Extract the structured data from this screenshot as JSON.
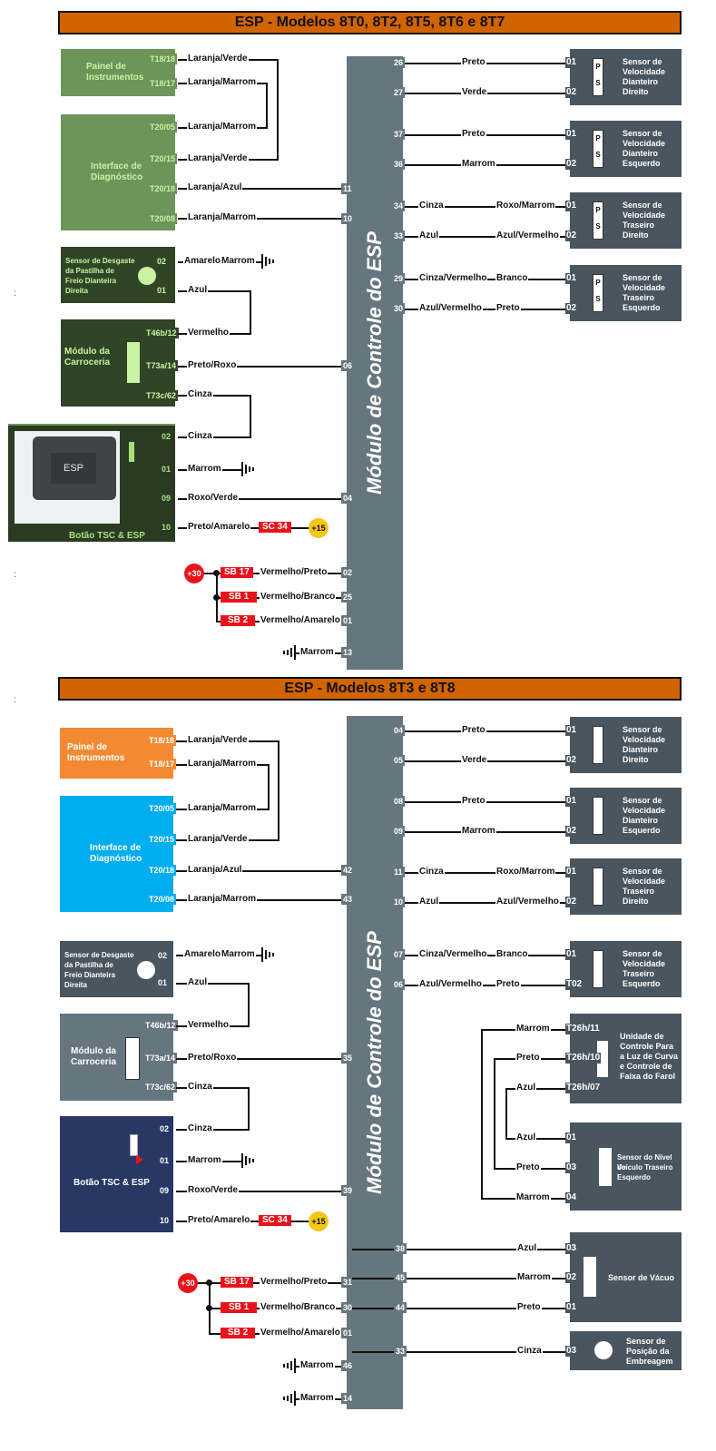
{
  "diagram1": {
    "title": "ESP - Modelos 8T0, 8T2, 8T5, 8T6 e 8T7",
    "ecu_label": "Módulo de Controle do ESP",
    "painel": {
      "name_line1": "Painel de",
      "name_line2": "Instrumentos",
      "pins": [
        "T18/18",
        "T18/17"
      ],
      "wires": [
        "Laranja/Verde",
        "Laranja/Marrom"
      ]
    },
    "interface": {
      "name_line1": "Interface de",
      "name_line2": "Diagnóstico",
      "pins": [
        "T20/05",
        "T20/15",
        "T20/18",
        "T20/08"
      ],
      "wires": [
        "Laranja/Marrom",
        "Laranja/Verde",
        "Laranja/Azul",
        "Laranja/Marrom"
      ],
      "ecu_pins": [
        "11",
        "10"
      ]
    },
    "sensor_pastilha": {
      "name": [
        "Sensor de Desgaste",
        "da Pastilha de",
        "Freio Dianteira",
        "Direita"
      ],
      "pins": [
        "02",
        "01"
      ],
      "wires": [
        "Amarelo",
        "Marrom",
        "Azul"
      ]
    },
    "modulo_carroceria": {
      "name_line1": "Módulo da",
      "name_line2": "Carroceria",
      "pins": [
        "T46b/12",
        "T73a/14",
        "T73c/62"
      ],
      "wires": [
        "Vermelho",
        "Preto/Roxo",
        "Cinza"
      ],
      "ecu_pin": "06"
    },
    "botao": {
      "name": "Botão TSC & ESP",
      "image_text": "ESP",
      "pins": [
        "02",
        "01",
        "09",
        "10"
      ],
      "wires": [
        "Cinza",
        "Marrom",
        "Roxo/Verde",
        "Preto/Amarelo"
      ],
      "ecu_pin": "04",
      "fuse": "SC 34",
      "supply": "+15"
    },
    "power": {
      "supply": "+30",
      "fuses": [
        "SB 17",
        "SB 1",
        "SB 2"
      ],
      "wires": [
        "Vermelho/Preto",
        "Vermelho/Branco",
        "Vermelho/Amarelo"
      ],
      "ecu_pins": [
        "02",
        "25",
        "01"
      ],
      "ground_wire": "Marrom",
      "ground_pin": "13"
    },
    "sensors": [
      {
        "name": [
          "Sensor de",
          "Velocidade",
          "Dianteiro",
          "Direito"
        ],
        "ecu_pins": [
          "26",
          "27"
        ],
        "wires_a": [
          "",
          ""
        ],
        "wires_b": [
          "Preto",
          "Verde"
        ],
        "pins": [
          "01",
          "02"
        ]
      },
      {
        "name": [
          "Sensor de",
          "Velocidade",
          "Dianteiro",
          "Esquerdo"
        ],
        "ecu_pins": [
          "37",
          "36"
        ],
        "wires_a": [
          "",
          ""
        ],
        "wires_b": [
          "Preto",
          "Marrom"
        ],
        "pins": [
          "01",
          "02"
        ]
      },
      {
        "name": [
          "Sensor de",
          "Velocidade",
          "Traseiro",
          "Direito"
        ],
        "ecu_pins": [
          "34",
          "33"
        ],
        "wires_a": [
          "Cinza",
          "Azul"
        ],
        "wires_b": [
          "Roxo/Marrom",
          "Azul/Vermelho"
        ],
        "pins": [
          "01",
          "02"
        ]
      },
      {
        "name": [
          "Sensor de",
          "Velocidade",
          "Traseiro",
          "Esquerdo"
        ],
        "ecu_pins": [
          "29",
          "30"
        ],
        "wires_a": [
          "Cinza/Vermelho",
          "Azul/Vermelho"
        ],
        "wires_b": [
          "Branco",
          "Preto"
        ],
        "pins": [
          "01",
          "02"
        ]
      }
    ],
    "sensor_symbol": [
      "P",
      "S"
    ]
  },
  "diagram2": {
    "title": "ESP - Modelos 8T3 e 8T8",
    "ecu_label": "Módulo de Controle do ESP",
    "painel": {
      "name_line1": "Painel de",
      "name_line2": "Instrumentos",
      "pins": [
        "T18/18",
        "T18/17"
      ],
      "wires": [
        "Laranja/Verde",
        "Laranja/Marrom"
      ]
    },
    "interface": {
      "name_line1": "Interface de",
      "name_line2": "Diagnóstico",
      "pins": [
        "T20/05",
        "T20/15",
        "T20/18",
        "T20/08"
      ],
      "wires": [
        "Laranja/Marrom",
        "Laranja/Verde",
        "Laranja/Azul",
        "Laranja/Marrom"
      ],
      "ecu_pins": [
        "42",
        "43"
      ]
    },
    "sensor_pastilha": {
      "name": [
        "Sensor de Desgaste",
        "da Pastilha de",
        "Freio Dianteira",
        "Direita"
      ],
      "pins": [
        "02",
        "01"
      ],
      "wires": [
        "Amarelo",
        "Marrom",
        "Azul"
      ]
    },
    "modulo_carroceria": {
      "name_line1": "Módulo da",
      "name_line2": "Carroceria",
      "pins": [
        "T46b/12",
        "T73a/14",
        "T73c/62"
      ],
      "wires": [
        "Vermelho",
        "Preto/Roxo",
        "Cinza"
      ],
      "ecu_pin": "35"
    },
    "botao": {
      "name": "Botão TSC & ESP",
      "pins": [
        "02",
        "01",
        "09",
        "10"
      ],
      "wires": [
        "Cinza",
        "Marrom",
        "Roxo/Verde",
        "Preto/Amarelo"
      ],
      "ecu_pin": "39",
      "fuse": "SC 34",
      "supply": "+15"
    },
    "power": {
      "supply": "+30",
      "fuses": [
        "SB 17",
        "SB 1",
        "SB 2"
      ],
      "wires": [
        "Vermelho/Preto",
        "Vermelho/Branco",
        "Vermelho/Amarelo"
      ],
      "ecu_pins": [
        "31",
        "30",
        "01"
      ],
      "ground_wire": "Marrom",
      "ground_pins": [
        "46",
        "14"
      ]
    },
    "sensors": [
      {
        "name": [
          "Sensor de",
          "Velocidade",
          "Dianteiro",
          "Direito"
        ],
        "ecu_pins": [
          "04",
          "05"
        ],
        "wires_a": [
          "",
          ""
        ],
        "wires_b": [
          "Preto",
          "Verde"
        ],
        "pins": [
          "01",
          "02"
        ]
      },
      {
        "name": [
          "Sensor de",
          "Velocidade",
          "Dianteiro",
          "Esquerdo"
        ],
        "ecu_pins": [
          "08",
          "09"
        ],
        "wires_a": [
          "",
          ""
        ],
        "wires_b": [
          "Preto",
          "Marrom"
        ],
        "pins": [
          "01",
          "02"
        ]
      },
      {
        "name": [
          "Sensor de",
          "Velocidade",
          "Traseiro",
          "Direito"
        ],
        "ecu_pins": [
          "11",
          "10"
        ],
        "wires_a": [
          "Cinza",
          "Azul"
        ],
        "wires_b": [
          "Roxo/Marrom",
          "Azul/Vermelho"
        ],
        "pins": [
          "01",
          "02"
        ]
      },
      {
        "name": [
          "Sensor de",
          "Velocidade",
          "Traseiro",
          "Esquerdo"
        ],
        "ecu_pins": [
          "07",
          "06"
        ],
        "wires_a": [
          "Cinza/Vermelho",
          "Azul/Vermelho"
        ],
        "wires_b": [
          "Branco",
          "Preto"
        ],
        "pins": [
          "01",
          "T02"
        ]
      }
    ],
    "farol_unit": {
      "name": [
        "Unidade de",
        "Controle Para",
        "a Luz de Curva",
        "e Controle de",
        "Faixa do Farol"
      ],
      "pins": [
        "T26h/11",
        "T26h/10",
        "T26h/07"
      ],
      "wires": [
        "Marrom",
        "Preto",
        "Azul"
      ]
    },
    "nivel_sensor": {
      "name": [
        "Sensor do Nível do",
        "Veículo Traseiro",
        "Esquerdo"
      ],
      "pins": [
        "01",
        "03",
        "04"
      ],
      "wires": [
        "Azul",
        "Preto",
        "Marrom"
      ]
    },
    "vacuo_sensor": {
      "name": "Sensor de Vácuo",
      "ecu_pins": [
        "38",
        "45",
        "44"
      ],
      "wires": [
        "Azul",
        "Marrom",
        "Preto"
      ],
      "pins": [
        "03",
        "02",
        "01"
      ]
    },
    "embreagem_sensor": {
      "name": [
        "Sensor de",
        "Posição da",
        "Embreagem"
      ],
      "ecu_pin": "33",
      "wire": "Cinza",
      "pin": "03"
    }
  },
  "margin_marks": [
    ":",
    ":",
    ":"
  ]
}
